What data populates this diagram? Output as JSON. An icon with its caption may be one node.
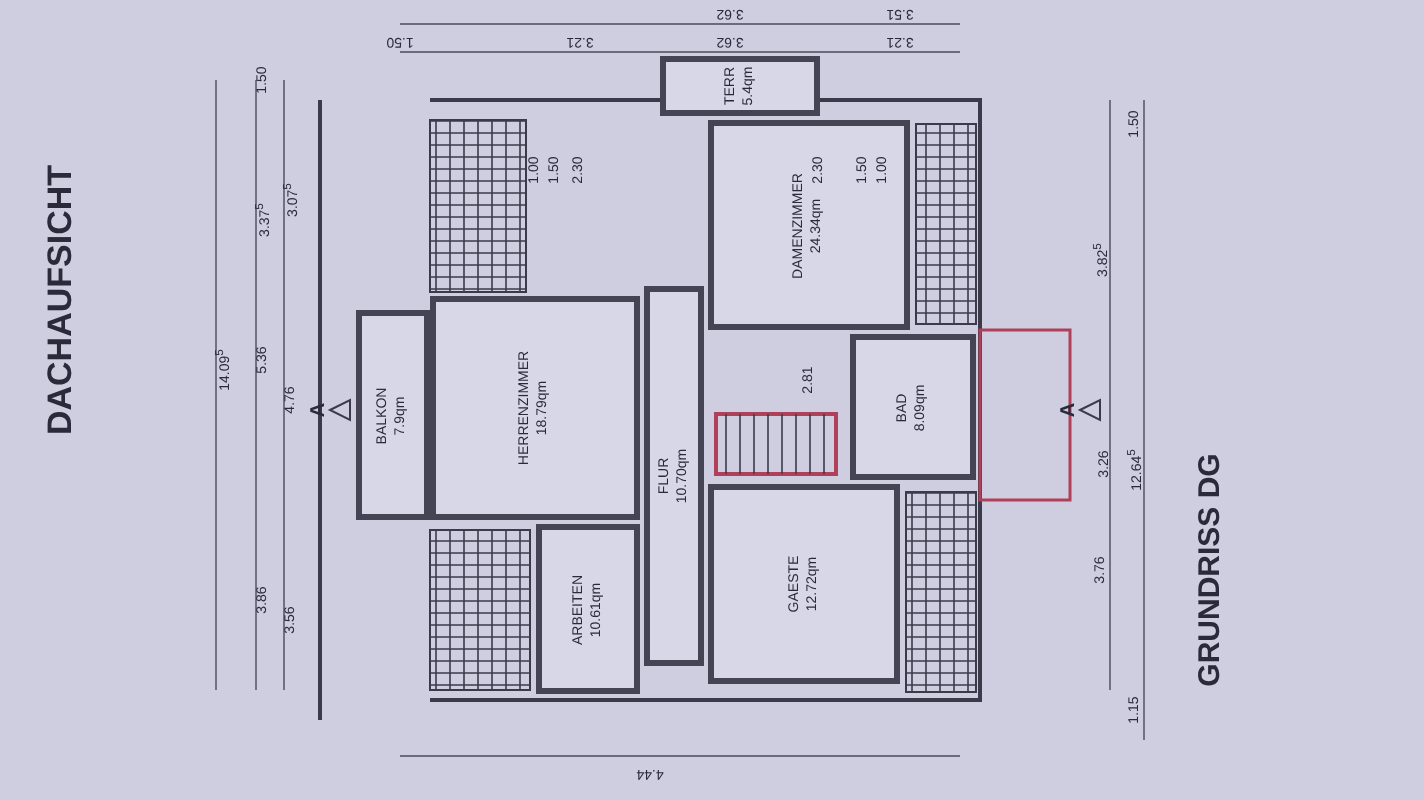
{
  "diagram": {
    "title": "GRUNDRISS DG",
    "nodes": [
      {
        "text": [
          "BALKON",
          "7.9qm"
        ]
      },
      {
        "text": [
          "HERRENZIMMER",
          "18.79qm"
        ]
      },
      {
        "text": [
          "FLUR",
          "10.70qm"
        ]
      },
      {
        "text": [
          "ARBEITEN",
          "10.61qm"
        ]
      },
      {
        "text": [
          "TERR",
          "5.4qm"
        ]
      },
      {
        "text": [
          "DAMENZIMMER",
          "24.34qm"
        ]
      },
      {
        "text": [
          "BAD",
          "8.09qm"
        ]
      },
      {
        "text": [
          "GAESTE",
          "12.72qm"
        ]
      }
    ],
    "labels": [
      "DACHAUFSICHT",
      "14.09$^{5}$",
      "1.50",
      "3.37$^{5}$",
      "5.36",
      "3.86",
      "3.07$^{5}$",
      "4.76",
      "3.56",
      "A",
      "A",
      "1.00",
      "1.50",
      "2.30",
      "2.30",
      "1.50",
      "1.00",
      "2.81",
      "3.62",
      "3.51",
      "1.50",
      "3.21",
      "3.62",
      "3.21",
      "4.44",
      "3.82$^{5}$",
      "3.26",
      "3.76",
      "1.50",
      "12.64$^{5}$",
      "1.15"
    ]
  }
}
